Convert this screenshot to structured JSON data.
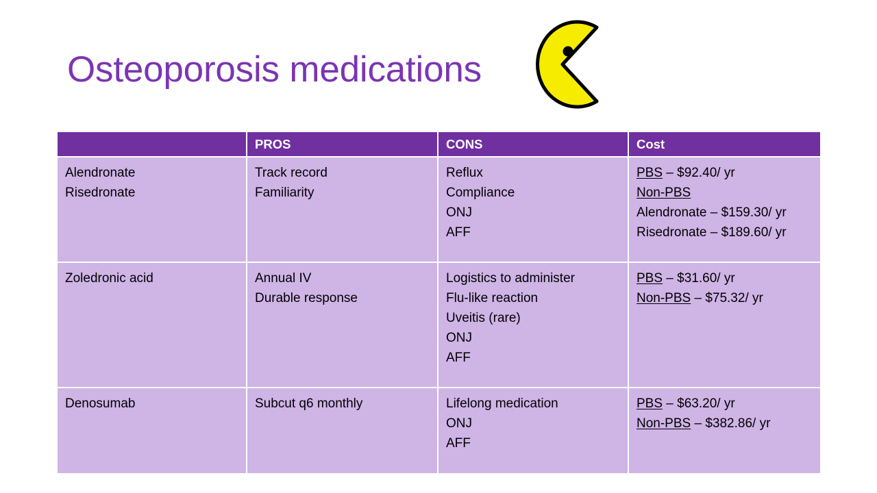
{
  "slide": {
    "title": "Osteoporosis medications",
    "title_color": "#7B35B3",
    "background_color": "#ffffff"
  },
  "decoration": {
    "name": "pacman-shape",
    "fill_color": "#F5EC00",
    "outline_color": "#000000",
    "eye_color": "#000000"
  },
  "table": {
    "header_bg": "#7030A0",
    "header_text_color": "#ffffff",
    "body_bg": "#CFB4E6",
    "body_text_color": "#000000",
    "grid_color": "#ffffff",
    "headers": [
      "",
      "PROS",
      "CONS",
      "Cost"
    ],
    "rows": [
      {
        "drug": [
          "Alendronate",
          "Risedronate"
        ],
        "pros": [
          "Track record",
          "Familiarity"
        ],
        "cons": [
          "Reflux",
          "Compliance",
          "ONJ",
          "AFF"
        ],
        "cost": [
          {
            "underlined": "PBS",
            "rest": "  – $92.40/ yr"
          },
          {
            "underlined": "Non-PBS",
            "rest": ""
          },
          {
            "underlined": "",
            "rest": "Alendronate – $159.30/ yr"
          },
          {
            "underlined": "",
            "rest": "Risedronate – $189.60/ yr"
          }
        ]
      },
      {
        "drug": [
          "Zoledronic acid"
        ],
        "pros": [
          "Annual IV",
          "Durable response"
        ],
        "cons": [
          "Logistics to administer",
          "Flu-like reaction",
          "Uveitis (rare)",
          "ONJ",
          "AFF"
        ],
        "cost": [
          {
            "underlined": "PBS",
            "rest": " – $31.60/ yr"
          },
          {
            "underlined": "Non-PBS",
            "rest": " – $75.32/ yr"
          }
        ]
      },
      {
        "drug": [
          "Denosumab"
        ],
        "pros": [
          "Subcut q6 monthly"
        ],
        "cons": [
          "Lifelong medication",
          "ONJ",
          "AFF"
        ],
        "cost": [
          {
            "underlined": "PBS",
            "rest": " – $63.20/ yr"
          },
          {
            "underlined": "Non-PBS",
            "rest": " – $382.86/ yr"
          }
        ]
      }
    ]
  }
}
